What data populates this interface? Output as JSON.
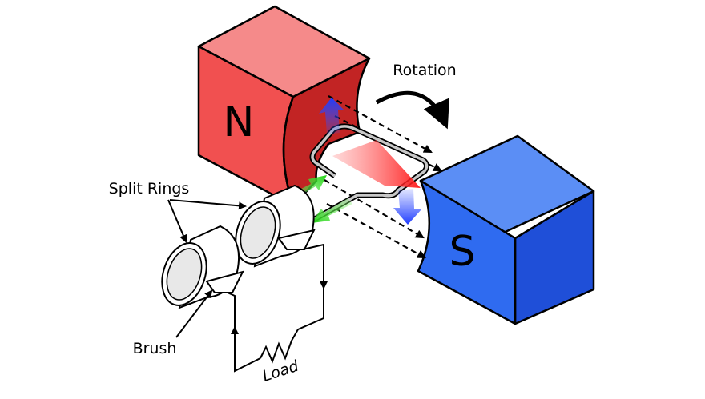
{
  "labels": {
    "north": "N",
    "south": "S",
    "rotation": "Rotation",
    "split_rings": "Split Rings",
    "brush": "Brush",
    "load": "Load"
  },
  "colors": {
    "north_magnet": "#f15050",
    "north_magnet_dark": "#c21f1f",
    "south_magnet": "#2f6bf0",
    "south_magnet_dark": "#1438b0",
    "force_arrow": "#1f3cff",
    "current_arrow": "#33dd22",
    "field_arrow": "#000000",
    "rotor_red": "#ff2a2a"
  }
}
